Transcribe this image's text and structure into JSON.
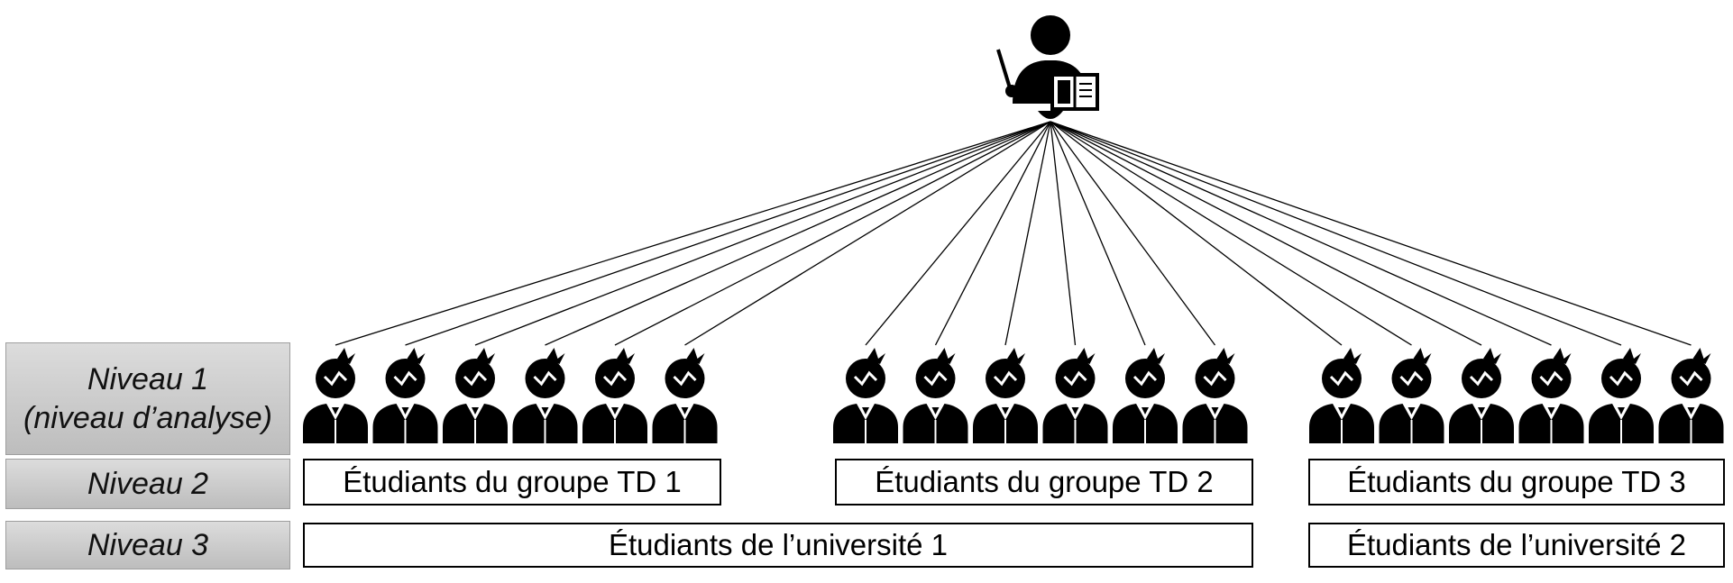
{
  "levels": [
    {
      "line1": "Niveau 1",
      "line2": "(niveau d’analyse)"
    },
    {
      "label": "Niveau 2"
    },
    {
      "label": "Niveau 3"
    }
  ],
  "groups": [
    {
      "label": "Étudiants du groupe TD 1",
      "students": 6
    },
    {
      "label": "Étudiants du groupe TD 2",
      "students": 6
    },
    {
      "label": "Étudiants du groupe TD 3",
      "students": 6
    }
  ],
  "universities": [
    {
      "label": "Étudiants de l’université 1"
    },
    {
      "label": "Étudiants de l’université 2"
    }
  ],
  "icons": {
    "teacher": "teacher-icon",
    "student": "student-icon"
  },
  "colors": {
    "level_box": "#c8c8c8",
    "lines": "#000000"
  }
}
